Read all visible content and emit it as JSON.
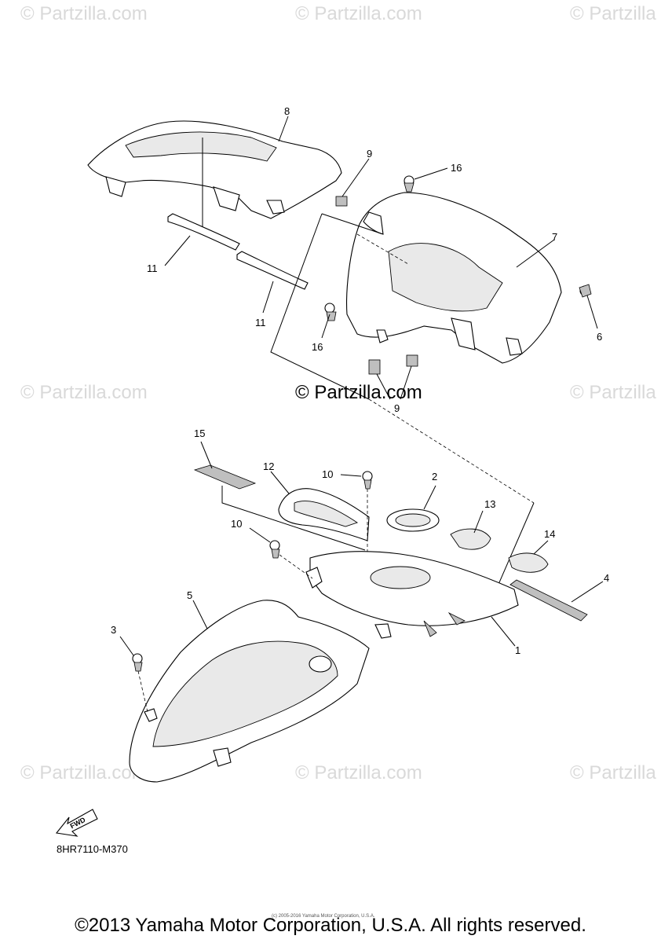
{
  "watermarks": [
    "© Partzilla.com",
    "© Partzilla.com",
    "© Partzilla",
    "© Partzilla.com",
    "© Partzilla",
    "© Partzilla.com",
    "© Partzilla.com",
    "© Partzilla"
  ],
  "center_watermark": "© Partzilla.com",
  "callouts": [
    "8",
    "9",
    "16",
    "7",
    "6",
    "11",
    "11",
    "16",
    "9",
    "15",
    "12",
    "10",
    "2",
    "13",
    "14",
    "10",
    "5",
    "4",
    "3",
    "1"
  ],
  "fwd_label": "FWD",
  "diagram_code": "8HR7110-M370",
  "tiny_note": "(c) 2005-2016 Yamaha Motor Corporation, U.S.A.",
  "copyright": "©2013 Yamaha Motor Corporation, U.S.A. All rights reserved."
}
